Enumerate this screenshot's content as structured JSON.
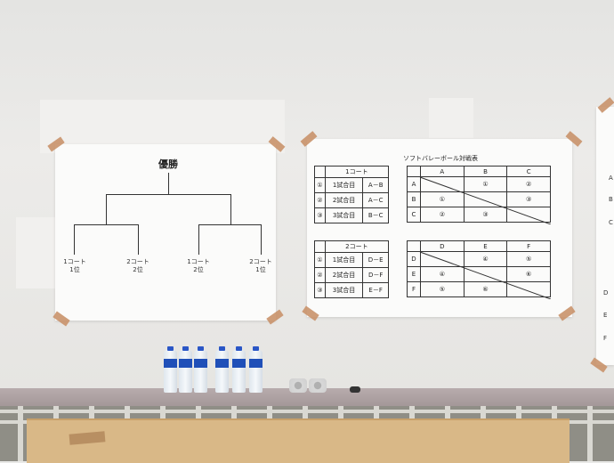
{
  "left_poster": {
    "title": "優勝",
    "teams": [
      {
        "line1": "1コート",
        "line2": "1位"
      },
      {
        "line1": "2コート",
        "line2": "2位"
      },
      {
        "line1": "1コート",
        "line2": "2位"
      },
      {
        "line1": "2コート",
        "line2": "1位"
      }
    ]
  },
  "right_poster": {
    "title": "ソフトバレーボール対戦表",
    "court1": {
      "header": "1コート",
      "matches": [
        {
          "no": "①",
          "name": "1試合目",
          "pair": "A－B"
        },
        {
          "no": "②",
          "name": "2試合目",
          "pair": "A－C"
        },
        {
          "no": "③",
          "name": "3試合目",
          "pair": "B－C"
        }
      ],
      "cols": [
        "A",
        "B",
        "C"
      ],
      "rows": [
        {
          "label": "A",
          "cells": [
            "",
            "①",
            "②"
          ]
        },
        {
          "label": "B",
          "cells": [
            "①",
            "",
            "③"
          ]
        },
        {
          "label": "C",
          "cells": [
            "②",
            "③",
            ""
          ]
        }
      ]
    },
    "court2": {
      "header": "2コート",
      "matches": [
        {
          "no": "①",
          "name": "1試合目",
          "pair": "D－E"
        },
        {
          "no": "②",
          "name": "2試合目",
          "pair": "D－F"
        },
        {
          "no": "③",
          "name": "3試合目",
          "pair": "E－F"
        }
      ],
      "cols": [
        "D",
        "E",
        "F"
      ],
      "rows": [
        {
          "label": "D",
          "cells": [
            "",
            "④",
            "⑤"
          ]
        },
        {
          "label": "E",
          "cells": [
            "④",
            "",
            "⑥"
          ]
        },
        {
          "label": "F",
          "cells": [
            "⑤",
            "⑥",
            ""
          ]
        }
      ]
    }
  },
  "edge_poster": {
    "letters": [
      "A",
      "B",
      "C",
      "D",
      "E",
      "F"
    ]
  }
}
